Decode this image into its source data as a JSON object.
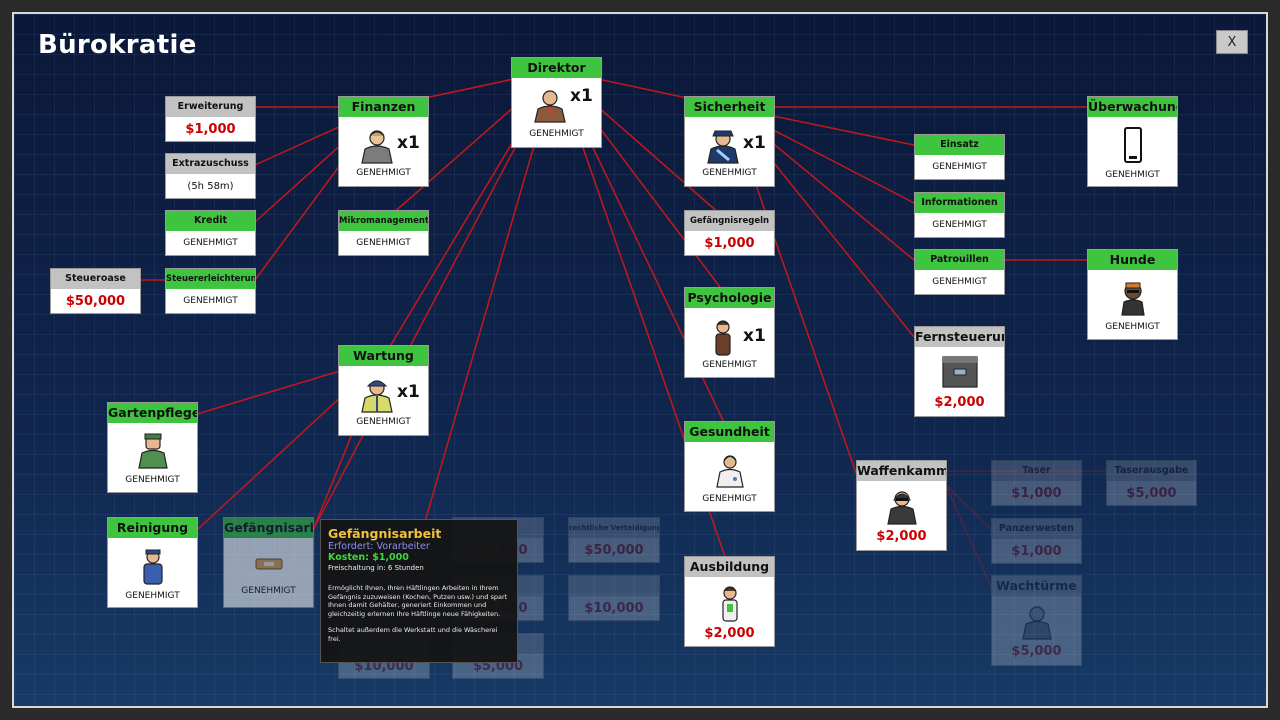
{
  "title": "Bürokratie",
  "close_label": "X",
  "tooltip": {
    "title": "Gefängnisarbeit",
    "requires": "Erfordert: Vorarbeiter",
    "cost": "Kosten: $1,000",
    "unlock_time": "Freischaltung in: 6 Stunden",
    "description": "Ermöglicht Ihnen, Ihren Häftlingen Arbeiten in Ihrem Gefängnis zuzuweisen (Kochen, Putzen usw.) und spart Ihnen damit Gehälter, generiert Einkommen und gleichzeitig erlernen Ihre Häftlinge neue Fähigkeiten.",
    "extra": "Schaltet außerdem die Werkstatt und die Wäscherei frei."
  },
  "nodes": {
    "direktor": {
      "label": "Direktor",
      "mult": "x1",
      "status": "GENEHMIGT"
    },
    "finanzen": {
      "label": "Finanzen",
      "mult": "x1",
      "status": "GENEHMIGT"
    },
    "erweiterung": {
      "label": "Erweiterung",
      "price": "$1,000"
    },
    "extrazuschuss": {
      "label": "Extrazuschuss",
      "time": "(5h 58m)"
    },
    "kredit": {
      "label": "Kredit",
      "status": "GENEHMIGT"
    },
    "steueroase": {
      "label": "Steueroase",
      "price": "$50,000"
    },
    "steuererleichterung": {
      "label": "Steuererleichterung",
      "status": "GENEHMIGT"
    },
    "mikromanagement": {
      "label": "Mikromanagement",
      "status": "GENEHMIGT"
    },
    "wartung": {
      "label": "Wartung",
      "mult": "x1",
      "status": "GENEHMIGT"
    },
    "gartenpflege": {
      "label": "Gartenpflege",
      "status": "GENEHMIGT"
    },
    "reinigung": {
      "label": "Reinigung",
      "status": "GENEHMIGT"
    },
    "gefaengnisarbeit": {
      "label": "Gefängnisarbeit",
      "status": "GENEHMIGT"
    },
    "sicherheit": {
      "label": "Sicherheit",
      "mult": "x1",
      "status": "GENEHMIGT"
    },
    "gefaengnisregeln": {
      "label": "Gefängnisregeln",
      "price": "$1,000"
    },
    "psychologie": {
      "label": "Psychologie",
      "mult": "x1",
      "status": "GENEHMIGT"
    },
    "gesundheit": {
      "label": "Gesundheit",
      "status": "GENEHMIGT"
    },
    "ausbildung": {
      "label": "Ausbildung",
      "price": "$2,000"
    },
    "ueberwachung": {
      "label": "Überwachung",
      "status": "GENEHMIGT"
    },
    "einsatz": {
      "label": "Einsatz",
      "status": "GENEHMIGT"
    },
    "informationen": {
      "label": "Informationen",
      "status": "GENEHMIGT"
    },
    "patrouillen": {
      "label": "Patrouillen",
      "status": "GENEHMIGT"
    },
    "hunde": {
      "label": "Hunde",
      "status": "GENEHMIGT"
    },
    "fernsteuerung": {
      "label": "Fernsteuerung",
      "price": "$2,000"
    },
    "waffenkammer": {
      "label": "Waffenkammer",
      "price": "$2,000"
    },
    "taser": {
      "label": "Taser",
      "price": "$1,000"
    },
    "taserausgabe": {
      "label": "Taserausgabe",
      "price": "$5,000"
    },
    "panzerwesten": {
      "label": "Panzerwesten",
      "price": "$1,000"
    },
    "wachtuerme": {
      "label": "Wachtürme",
      "price": "$5,000"
    },
    "faded_a": {
      "label": "",
      "price": "$50,000"
    },
    "faded_b": {
      "label": "rechtliche Verteidigung",
      "price": "$50,000"
    },
    "faded_c": {
      "label": "",
      "price": "$10,000"
    },
    "faded_d": {
      "label": "",
      "price": "$10,000"
    },
    "faded_e": {
      "label": "",
      "price": "$10,000"
    },
    "faded_f": {
      "label": "",
      "price": "$5,000"
    }
  },
  "colors": {
    "connector": "#c41818",
    "approved": "#3ec43e",
    "pending": "#c2c2c2",
    "price": "#cc0000"
  }
}
